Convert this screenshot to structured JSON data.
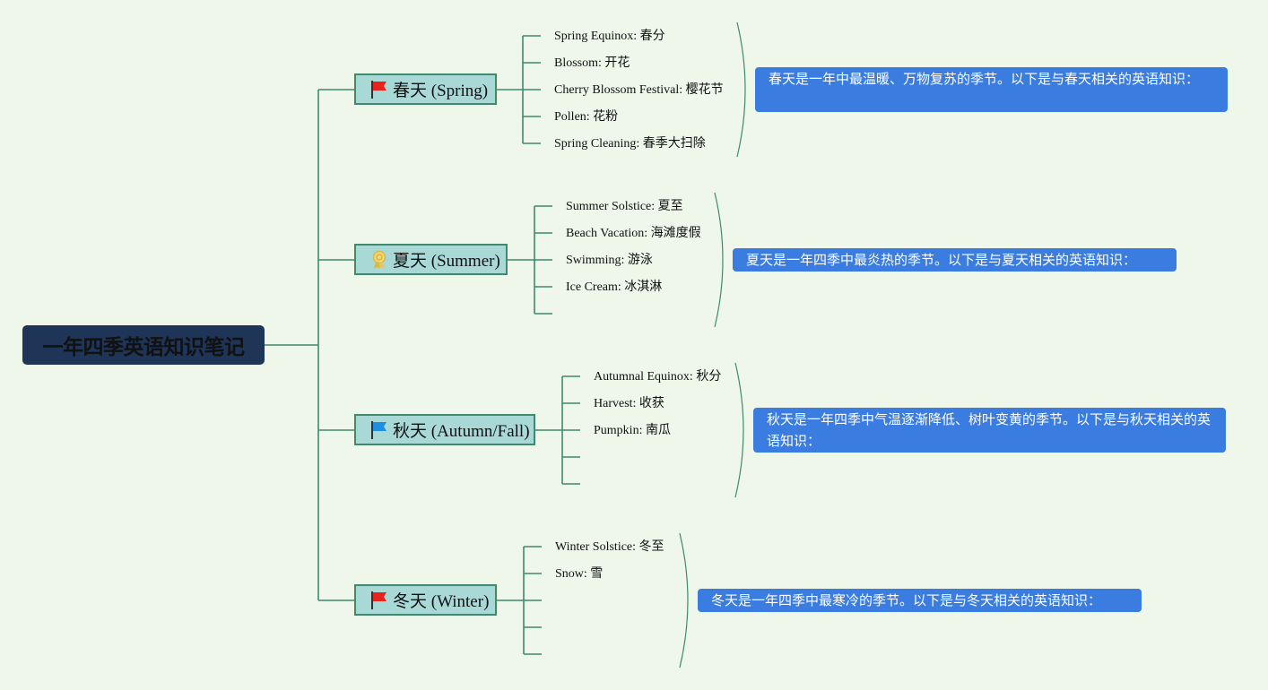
{
  "root": {
    "title": "一年四季英语知识笔记"
  },
  "seasons": [
    {
      "title": "春天 (Spring)",
      "icon": "red-flag-icon",
      "items": [
        "Spring Equinox: 春分",
        "Blossom: 开花",
        "Cherry Blossom Festival: 樱花节",
        "Pollen: 花粉",
        "Spring Cleaning: 春季大扫除"
      ],
      "note": "春天是一年中最温暖、万物复苏的季节。以下是与春天相关的英语知识："
    },
    {
      "title": "夏天 (Summer)",
      "icon": "award-ribbon-icon",
      "items": [
        "Summer Solstice: 夏至",
        "Beach Vacation: 海滩度假",
        "Swimming: 游泳",
        "Ice Cream: 冰淇淋",
        ""
      ],
      "note": "夏天是一年四季中最炎热的季节。以下是与夏天相关的英语知识："
    },
    {
      "title": "秋天 (Autumn/Fall)",
      "icon": "blue-flag-icon",
      "items": [
        "Autumnal Equinox: 秋分",
        "Harvest: 收获",
        "Pumpkin: 南瓜",
        "",
        ""
      ],
      "note": "秋天是一年四季中气温逐渐降低、树叶变黄的季节。以下是与秋天相关的英语知识："
    },
    {
      "title": "冬天 (Winter)",
      "icon": "red-flag-icon",
      "items": [
        "Winter Solstice: 冬至",
        "Snow: 雪",
        "",
        "",
        ""
      ],
      "note": "冬天是一年四季中最寒冷的季节。以下是与冬天相关的英语知识："
    }
  ],
  "colors": {
    "background": "#eef7ea",
    "root_fill": "#1e3557",
    "branch_fill": "#a8d9d7",
    "branch_border": "#3f8a6a",
    "connector": "#3f8a6a",
    "note_fill": "#3a7ce0",
    "note_text": "#ffffff",
    "flag_red": "#e8231e",
    "flag_blue": "#1e8fe0",
    "ribbon_gold": "#d9b843"
  }
}
